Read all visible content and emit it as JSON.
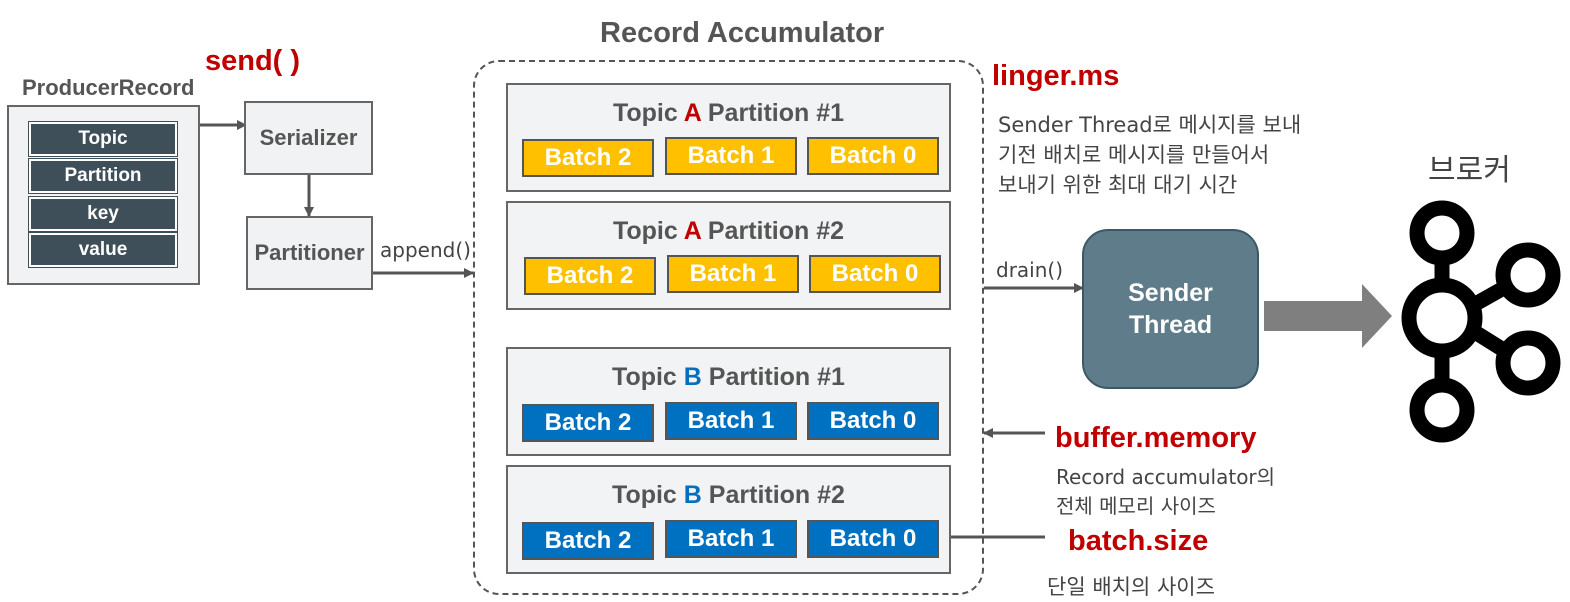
{
  "producer_record": {
    "title": "ProducerRecord",
    "fields": [
      "Topic",
      "Partition",
      "key",
      "value"
    ]
  },
  "send_label": "send( )",
  "serializer": "Serializer",
  "partitioner": "Partitioner",
  "append_label": "append()",
  "accumulator": {
    "title": "Record Accumulator",
    "partitions": [
      {
        "prefix": "Topic ",
        "topic": "A",
        "suffix": " Partition #1",
        "color": "#ffc000",
        "batches": [
          "Batch 2",
          "Batch 1",
          "Batch 0"
        ]
      },
      {
        "prefix": "Topic ",
        "topic": "A",
        "suffix": " Partition #2",
        "color": "#ffc000",
        "batches": [
          "Batch 2",
          "Batch 1",
          "Batch 0"
        ]
      },
      {
        "prefix": "Topic ",
        "topic": "B",
        "suffix": " Partition #1",
        "color": "#0070c0",
        "batches": [
          "Batch 2",
          "Batch 1",
          "Batch 0"
        ]
      },
      {
        "prefix": "Topic ",
        "topic": "B",
        "suffix": " Partition #2",
        "color": "#0070c0",
        "batches": [
          "Batch 2",
          "Batch 1",
          "Batch 0"
        ]
      }
    ]
  },
  "linger": {
    "title": "linger.ms",
    "desc": [
      "Sender Thread로 메시지를 보내",
      "기전 배치로 메시지를 만들어서",
      "보내기 위한 최대 대기 시간"
    ]
  },
  "drain_label": "drain()",
  "sender_thread": [
    "Sender",
    "Thread"
  ],
  "broker_label": "브로커",
  "buffer_memory": {
    "title": "buffer.memory",
    "desc": [
      "Record accumulator의",
      "전체 메모리 사이즈"
    ]
  },
  "batch_size": {
    "title": "batch.size",
    "desc": "단일 배치의 사이즈"
  },
  "colors": {
    "topic_a": "#c00000",
    "topic_b": "#0070c0",
    "batch_a": "#ffc000",
    "batch_b": "#0070c0",
    "sender": "#5f7c8a",
    "highlight": "#c00000"
  },
  "icons": [
    "kafka-logo-icon"
  ]
}
